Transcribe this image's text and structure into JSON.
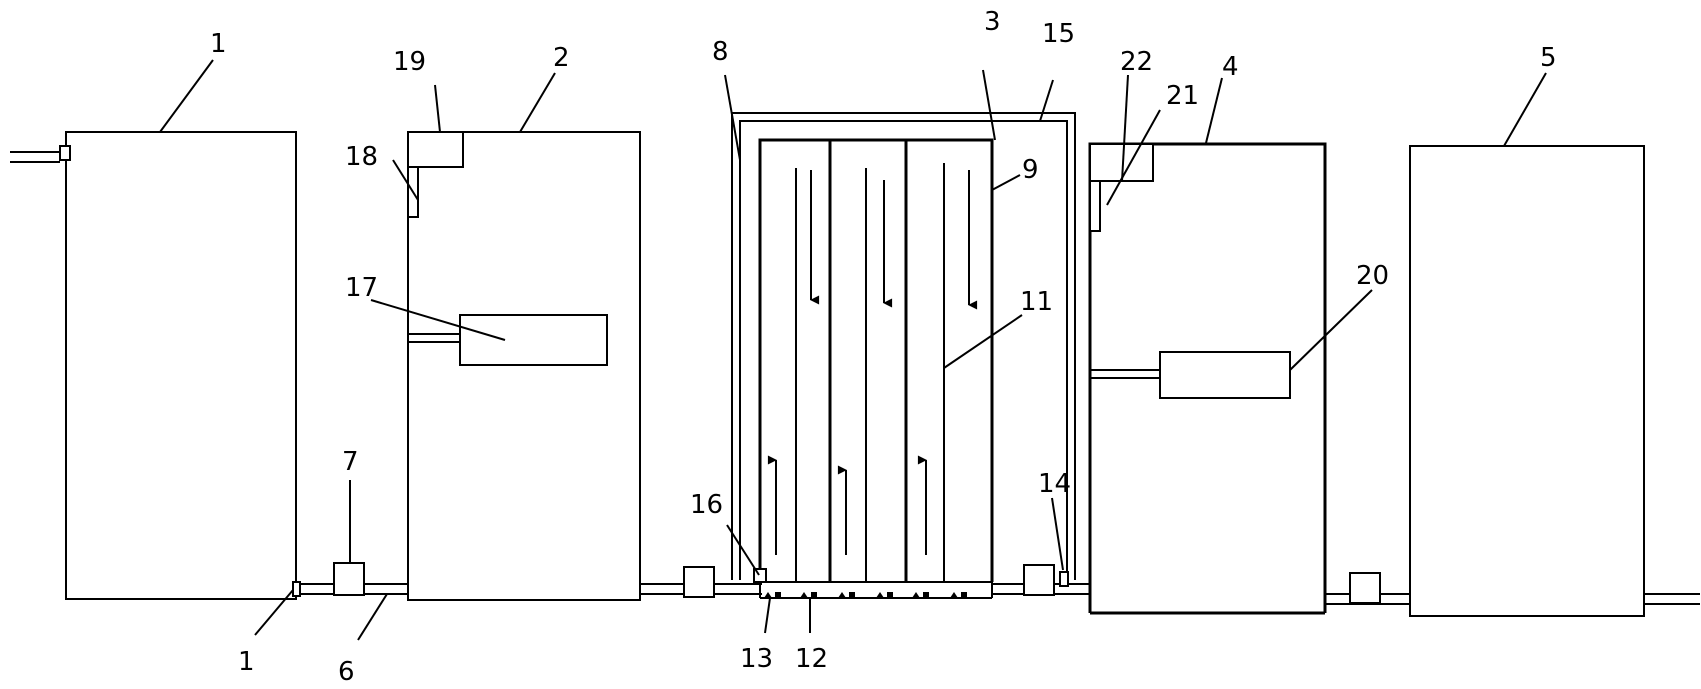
{
  "labels": {
    "tank_1": "1",
    "tank_2": "2",
    "reactor_3": "3",
    "tank_4": "4",
    "tank_5": "5",
    "pipe_6": "6",
    "pump_7": "7",
    "wall_8": "8",
    "wall_9": "9",
    "baffle_11": "11",
    "aerator_12": "12",
    "diffuser_13": "13",
    "valve_14": "14",
    "jacket_15": "15",
    "inlet_16": "16",
    "unit_17": "17",
    "weir_18": "18",
    "trough_19": "19",
    "unit_20": "20",
    "weir_21": "21",
    "trough_22": "22",
    "valve_1b": "1"
  },
  "colors": {
    "line": "#000000",
    "background": "#ffffff"
  }
}
